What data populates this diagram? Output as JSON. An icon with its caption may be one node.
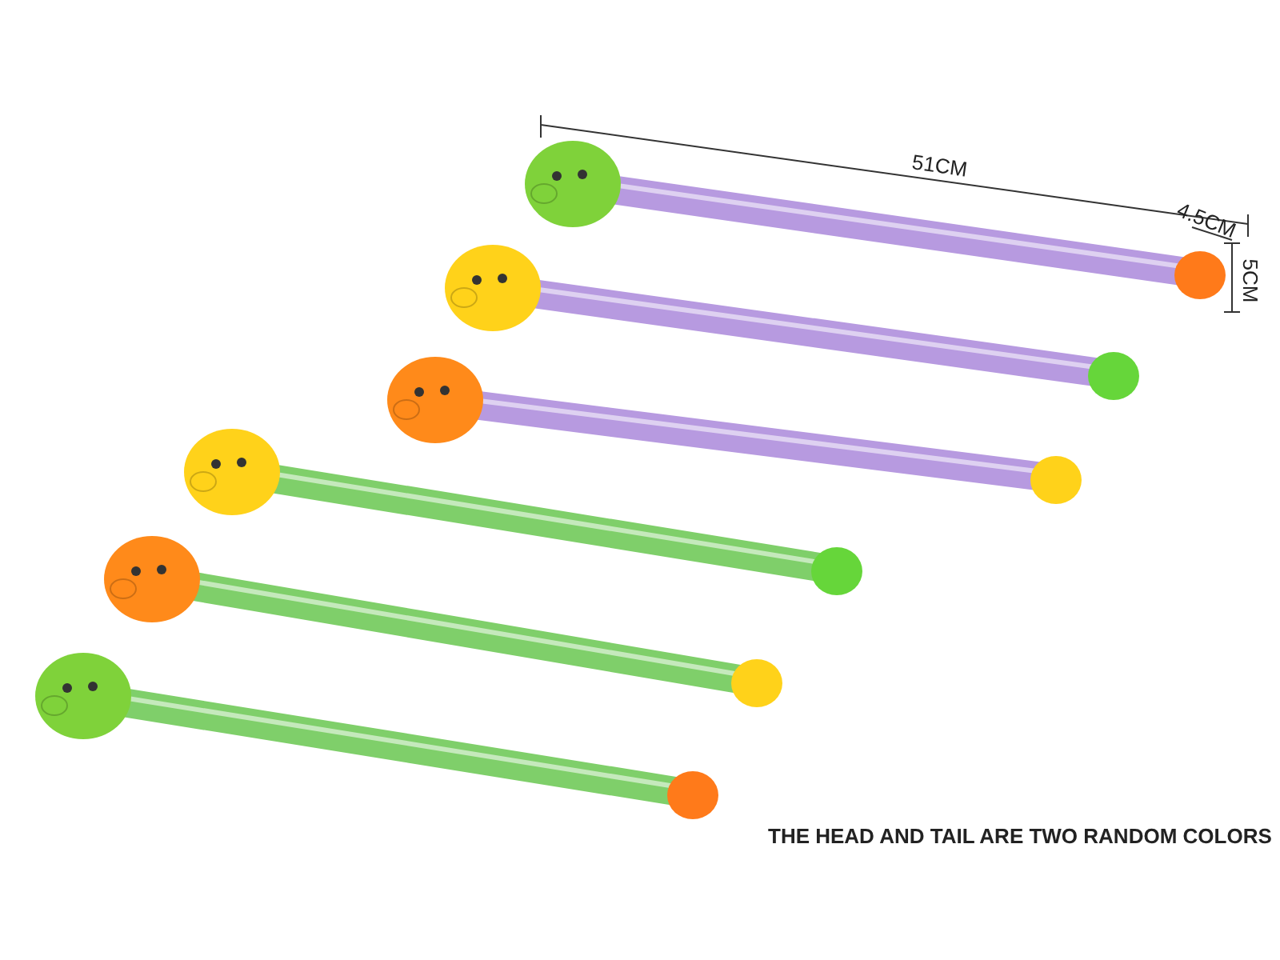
{
  "diagram": {
    "labels": [
      "51CM",
      "4.5CM",
      "5CM",
      "THE HEAD AND TAIL ARE TWO RANDOM COLORS"
    ]
  }
}
